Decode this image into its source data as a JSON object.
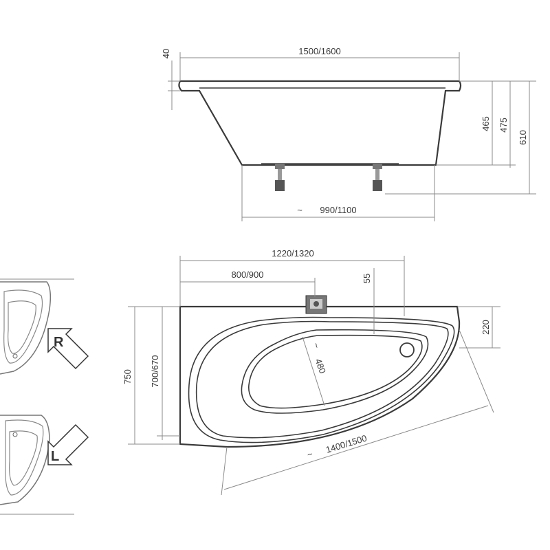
{
  "dimensions": {
    "rim_height": "40",
    "top_length": "1500/1600",
    "height_465": "465",
    "height_475": "475",
    "height_610": "610",
    "bottom_length": "990/1100",
    "plan_length": "1220/1320",
    "overflow_position": "800/900",
    "offset_55": "55",
    "offset_220": "220",
    "width_750": "750",
    "width_700_670": "700/670",
    "inner_width": "480",
    "diagonal_length": "1400/1500"
  },
  "variants": {
    "right_label": "R",
    "left_label": "L"
  },
  "approx_symbol": "~"
}
